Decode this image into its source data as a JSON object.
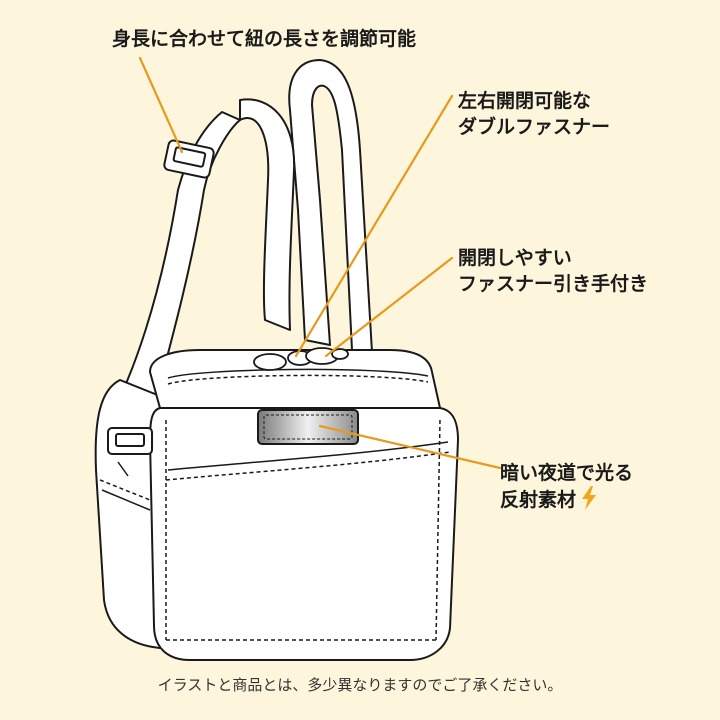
{
  "colors": {
    "background": "#fdf6dc",
    "leader": "#e79a1c",
    "lightning": "#f2a71b",
    "outline": "#1a1a1a",
    "bag_fill": "#ffffff"
  },
  "callouts": {
    "strap_adjust": "身長に合わせて紐の長さを調節可能",
    "double_zipper": [
      "左右開閉可能な",
      "ダブルファスナー"
    ],
    "zipper_pull": [
      "開閉しやすい",
      "ファスナー引き手付き"
    ],
    "reflective": [
      "暗い夜道で光る",
      "反射素材"
    ]
  },
  "icons": {
    "reflective": "lightning-icon"
  },
  "disclaimer": "イラストと商品とは、多少異なりますのでご了承ください。"
}
